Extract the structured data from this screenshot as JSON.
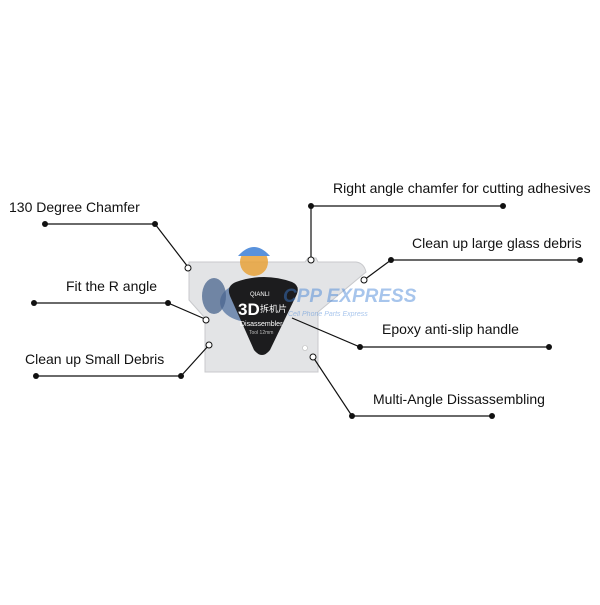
{
  "callouts": {
    "chamfer_130": "130 Degree Chamfer",
    "fit_r_angle": "Fit the R angle",
    "small_debris": "Clean up Small Debris",
    "right_angle_chamfer": "Right angle chamfer for cutting adhesives",
    "large_glass_debris": "Clean up large glass debris",
    "epoxy_handle": "Epoxy anti-slip handle",
    "multi_angle": "Multi-Angle Dissassembling"
  },
  "badge": {
    "brand": "QIANLI",
    "big": "3D",
    "cn": "拆机片",
    "name": "Disassembler",
    "sub": "Tool 12mm"
  },
  "watermark": {
    "brand": "CPP EXPRESS",
    "tagline": "Cell Phone Parts Express"
  },
  "colors": {
    "line": "#111111",
    "card": "#e3e4e6",
    "badge": "#1c1c1e",
    "watermark": "#3d7fd6"
  }
}
